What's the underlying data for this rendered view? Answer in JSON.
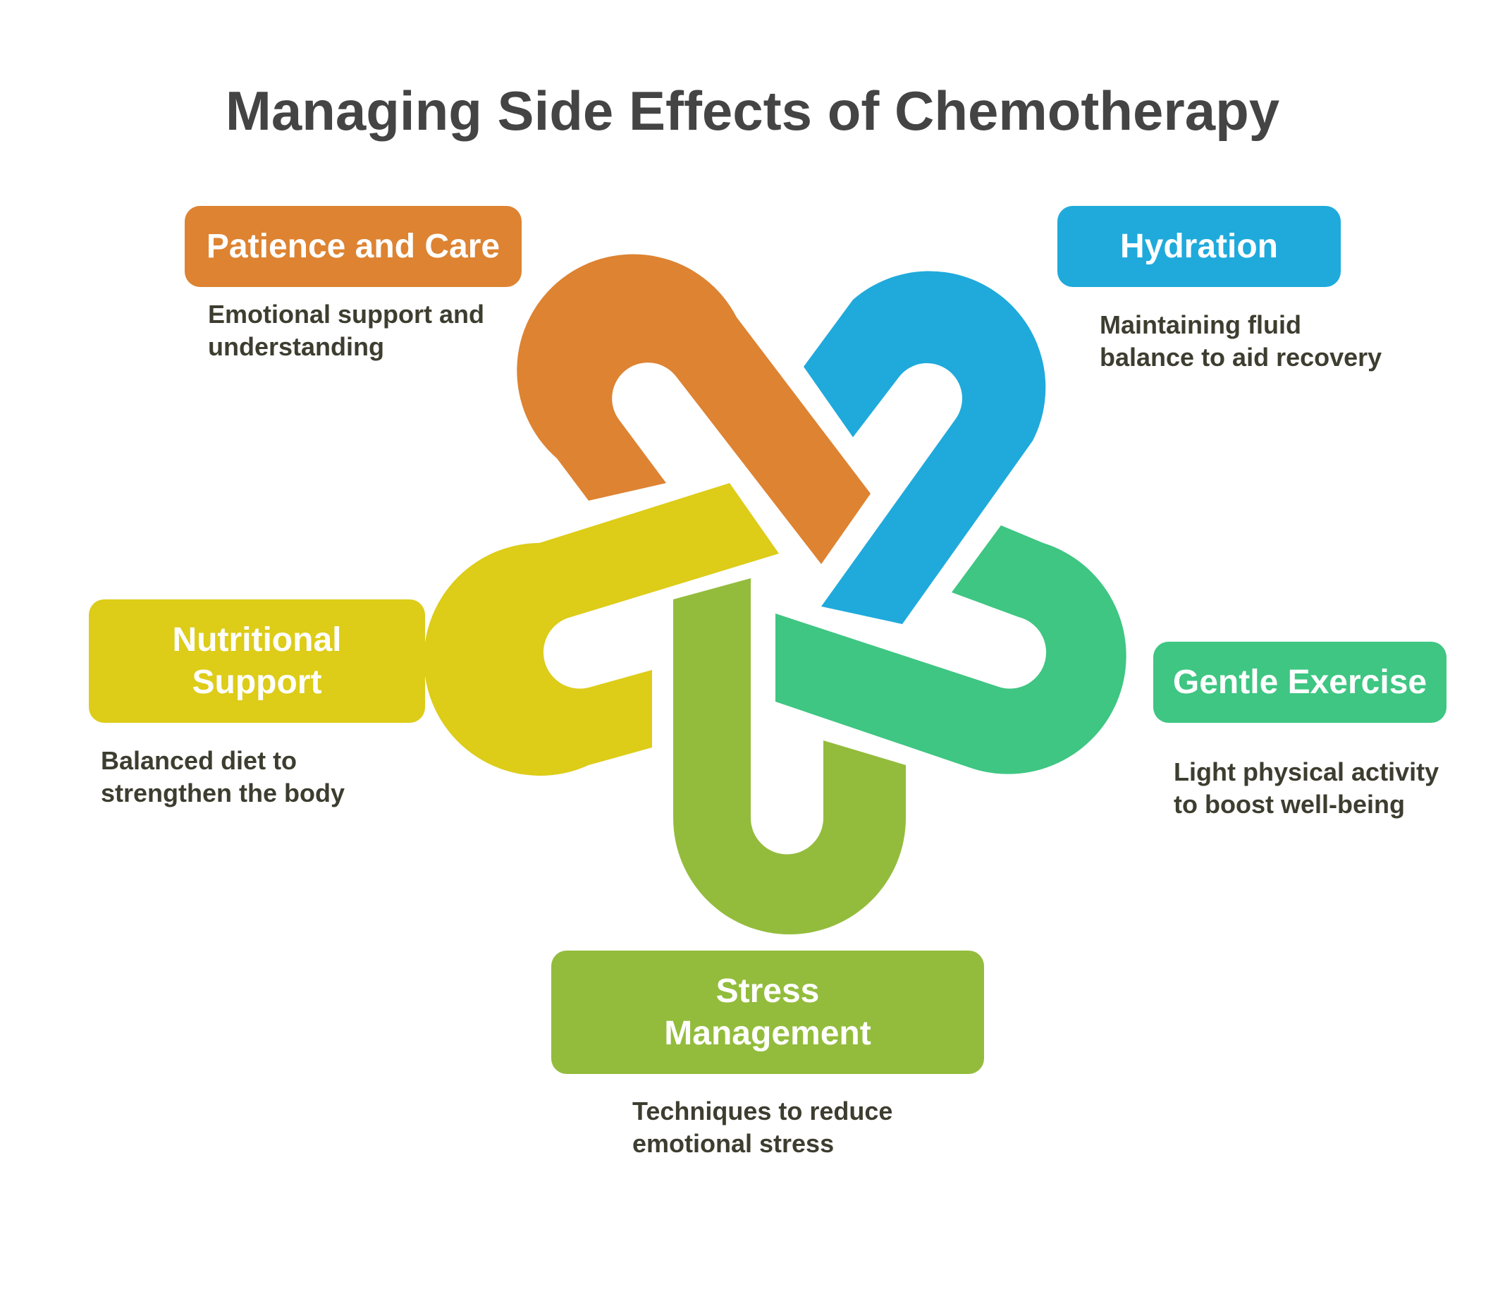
{
  "title": "Managing Side Effects of Chemotherapy",
  "nodes": [
    {
      "id": "patience",
      "label_lines": [
        "Patience and Care"
      ],
      "description_lines": [
        "Emotional support and",
        "understanding"
      ],
      "color": "#DD8332"
    },
    {
      "id": "hydration",
      "label_lines": [
        "Hydration"
      ],
      "description_lines": [
        "Maintaining fluid",
        "balance to aid recovery"
      ],
      "color": "#1FAADB"
    },
    {
      "id": "nutritional",
      "label_lines": [
        "Nutritional",
        "Support"
      ],
      "description_lines": [
        "Balanced diet to",
        "strengthen the body"
      ],
      "color": "#DDCC18"
    },
    {
      "id": "exercise",
      "label_lines": [
        "Gentle Exercise"
      ],
      "description_lines": [
        "Light physical activity",
        "to boost well-being"
      ],
      "color": "#3EC682"
    },
    {
      "id": "stress",
      "label_lines": [
        "Stress",
        "Management"
      ],
      "description_lines": [
        "Techniques to reduce",
        "emotional stress"
      ],
      "color": "#93BC3C"
    }
  ]
}
